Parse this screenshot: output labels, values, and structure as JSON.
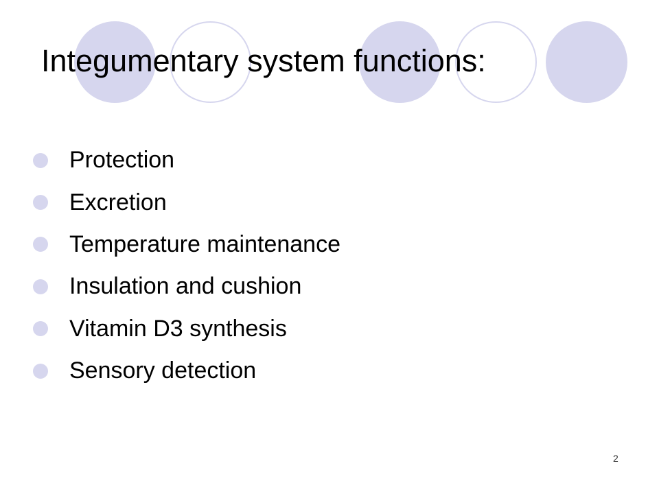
{
  "slide": {
    "title": "Integumentary system functions:",
    "bullets": [
      "Protection",
      "Excretion",
      "Temperature maintenance",
      "Insulation and cushion",
      "Vitamin D3 synthesis",
      "Sensory detection"
    ],
    "page_number": "2"
  },
  "theme": {
    "accent_color": "#d6d6ee",
    "text_color": "#000000",
    "background_color": "#ffffff"
  }
}
